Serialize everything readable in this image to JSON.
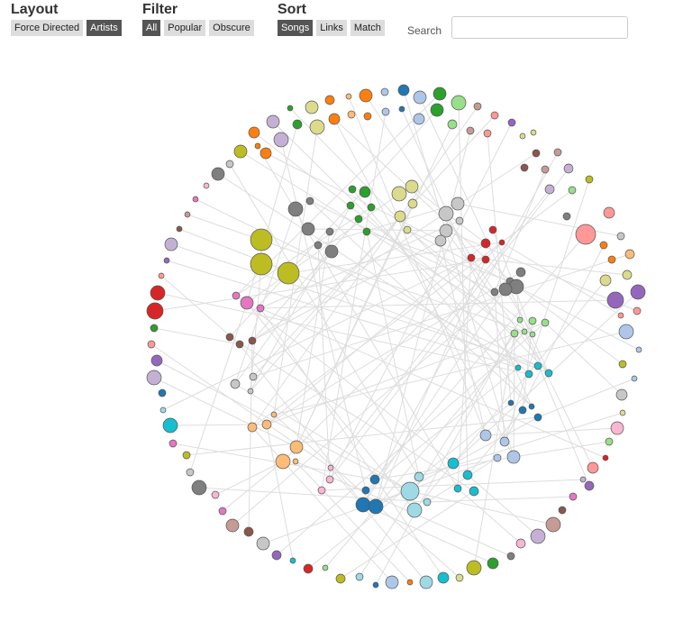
{
  "layout": {
    "heading": "Layout",
    "buttons": [
      {
        "label": "Force Directed",
        "active": false
      },
      {
        "label": "Artists",
        "active": true
      }
    ]
  },
  "filter": {
    "heading": "Filter",
    "buttons": [
      {
        "label": "All",
        "active": true
      },
      {
        "label": "Popular",
        "active": false
      },
      {
        "label": "Obscure",
        "active": false
      }
    ]
  },
  "sort": {
    "heading": "Sort",
    "buttons": [
      {
        "label": "Songs",
        "active": true
      },
      {
        "label": "Links",
        "active": false
      },
      {
        "label": "Match",
        "active": false
      }
    ]
  },
  "search": {
    "label": "Search",
    "value": "",
    "placeholder": ""
  },
  "graph": {
    "node_stroke": "#555555",
    "link_color": "#dddddd",
    "palette": {
      "blue": "#1f77b4",
      "lightblue": "#aec7e8",
      "orange": "#ff7f0e",
      "lightorange": "#ffbb78",
      "green": "#2ca02c",
      "lightgreen": "#98df8a",
      "red": "#d62728",
      "pink": "#ff9896",
      "purple": "#9467bd",
      "lavender": "#c5b0d5",
      "brown": "#8c564b",
      "rose": "#c49c94",
      "magenta": "#e377c2",
      "lightpink": "#f7b6d2",
      "gray": "#7f7f7f",
      "lightgray": "#c7c7c7",
      "olive": "#bcbd22",
      "khaki": "#dbdb8d",
      "cyan": "#17becf",
      "lightcyan": "#9edae5"
    }
  }
}
